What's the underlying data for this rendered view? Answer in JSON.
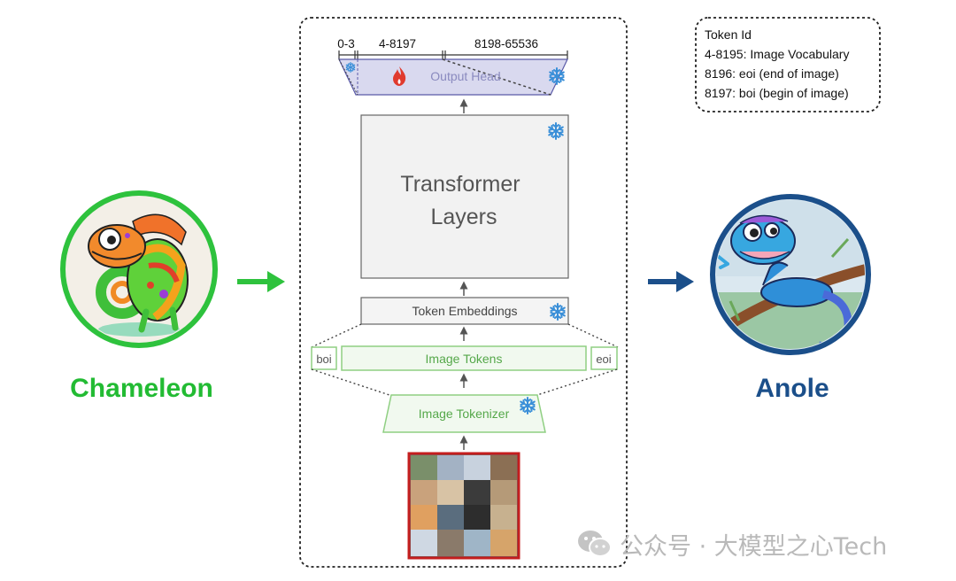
{
  "left_model": {
    "name": "Chameleon",
    "color": "#22bb33"
  },
  "right_model": {
    "name": "Anole",
    "color": "#1b4f8a"
  },
  "output_head": {
    "label": "Output Head",
    "ranges": [
      "0-3",
      "4-8197",
      "8198-65536"
    ]
  },
  "transformer": {
    "line1": "Transformer",
    "line2": "Layers"
  },
  "token_embeddings": {
    "label": "Token Embeddings"
  },
  "image_tokens": {
    "boi": "boi",
    "label": "Image Tokens",
    "eoi": "eoi"
  },
  "image_tokenizer": {
    "label": "Image Tokenizer"
  },
  "token_id_box": {
    "title": "Token Id",
    "lines": [
      "4-8195: Image Vocabulary",
      "8196: eoi (end of image)",
      "8197: boi (begin of image)"
    ]
  },
  "watermark": {
    "text": "公众号 · 大模型之心Tech"
  },
  "icons": {
    "frozen": "snowflake-icon",
    "trainable": "flame-icon"
  },
  "colors": {
    "green_box": "#8fcf82",
    "output_head_fill": "#d9d9ef",
    "snowflake": "#3a8fd8",
    "flame": "#e03a2e"
  }
}
